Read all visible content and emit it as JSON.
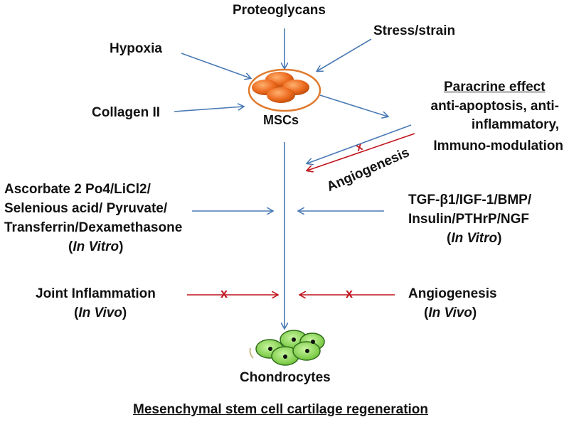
{
  "top_inputs": {
    "proteoglycans": "Proteoglycans",
    "stress_strain": "Stress/strain",
    "hypoxia": "Hypoxia",
    "collagen": "Collagen II"
  },
  "mscs_label": "MSCs",
  "paracrine": {
    "title": "Paracrine effect",
    "line1": "anti-apoptosis, anti-",
    "line2": "inflammatory,",
    "line3": "Immuno-modulation"
  },
  "angiogenesis_rotated": "Angiogenesis",
  "left_factors": {
    "line1": "Ascorbate 2 Po4/LiCl2/",
    "line2": "Selenious acid/ Pyruvate/",
    "line3": "Transferrin/Dexamethasone",
    "line4_open": "(",
    "line4_italic": "In Vitro",
    "line4_close": ")"
  },
  "right_factors": {
    "line1": "TGF-β1/IGF-1/BMP/",
    "line2": "Insulin/PTHrP/NGF",
    "line3_open": "(",
    "line3_italic": "In Vitro",
    "line3_close": ")"
  },
  "joint": {
    "line1": "Joint Inflammation",
    "line2_open": "(",
    "line2_italic": "In Vivo",
    "line2_close": ")"
  },
  "angio_invivo": {
    "line1": "Angiogenesis",
    "line2_open": "(",
    "line2_italic": "In Vivo",
    "line2_close": ")"
  },
  "inhibit_mark": "x",
  "chondrocytes_label": "Chondrocytes",
  "caption": "Mesenchymal stem cell cartilage regeneration",
  "colors": {
    "arrow_blue": "#4a7ab5",
    "inhibit_red": "#c0141c",
    "msc_orange": "#e8621a",
    "chondro_green": "#8fdc52"
  }
}
